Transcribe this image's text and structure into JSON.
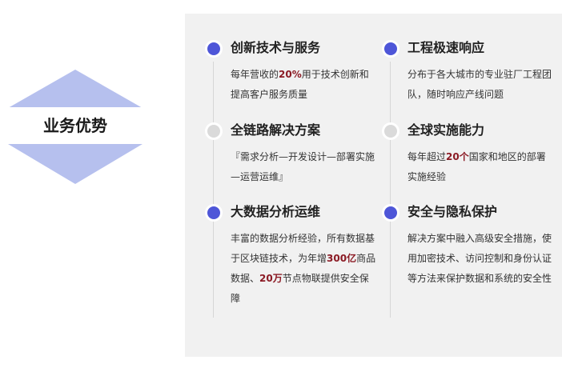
{
  "section_title": "业务优势",
  "colors": {
    "accent": "#b6c0ee",
    "dot_active": "#4e56d8",
    "dot_inactive": "#dadada",
    "highlight": "#8b1a24",
    "panel": "#f1f1f1"
  },
  "advantages": [
    {
      "title": "创新技术与服务",
      "body": [
        "每年营收的",
        "20%",
        "用于技术创新和提高客户服务质量"
      ],
      "dot": "active"
    },
    {
      "title": "工程极速响应",
      "body": [
        "分布于各大城市的专业驻厂工程团队，随时响应产线问题"
      ],
      "dot": "active"
    },
    {
      "title": "全链路解决方案",
      "body": [
        "『需求分析—开发设计—部署实施—运营运维』"
      ],
      "dot": "inactive"
    },
    {
      "title": "全球实施能力",
      "body": [
        "每年超过",
        "20个",
        "国家和地区的部署实施经验"
      ],
      "dot": "inactive"
    },
    {
      "title": "大数据分析运维",
      "body": [
        "丰富的数据分析经验，所有数据基于区块链技术，为年增",
        "300亿",
        "商品数据、",
        "20万",
        "节点物联提供安全保障"
      ],
      "dot": "active"
    },
    {
      "title": "安全与隐私保护",
      "body": [
        "解决方案中融入高级安全措施，使用加密技术、访问控制和身份认证等方法来保护数据和系统的安全性"
      ],
      "dot": "active"
    }
  ]
}
